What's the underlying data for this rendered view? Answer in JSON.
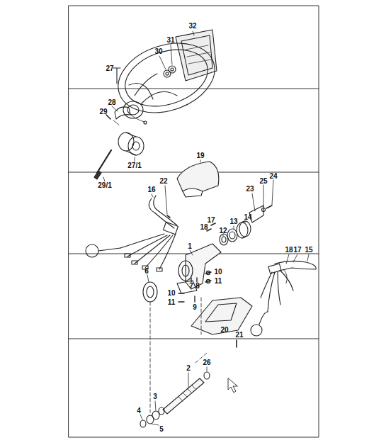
{
  "diagram": {
    "labels": [
      "32",
      "31",
      "30",
      "27",
      "28",
      "29",
      "27/1",
      "29/1",
      "19",
      "22",
      "24",
      "25",
      "23",
      "16",
      "17",
      "18",
      "12",
      "13",
      "14",
      "1",
      "18",
      "17",
      "15",
      "6",
      "10",
      "7",
      "8",
      "11",
      "10",
      "11",
      "9",
      "20",
      "21",
      "26",
      "2",
      "3",
      "4",
      "5"
    ]
  }
}
